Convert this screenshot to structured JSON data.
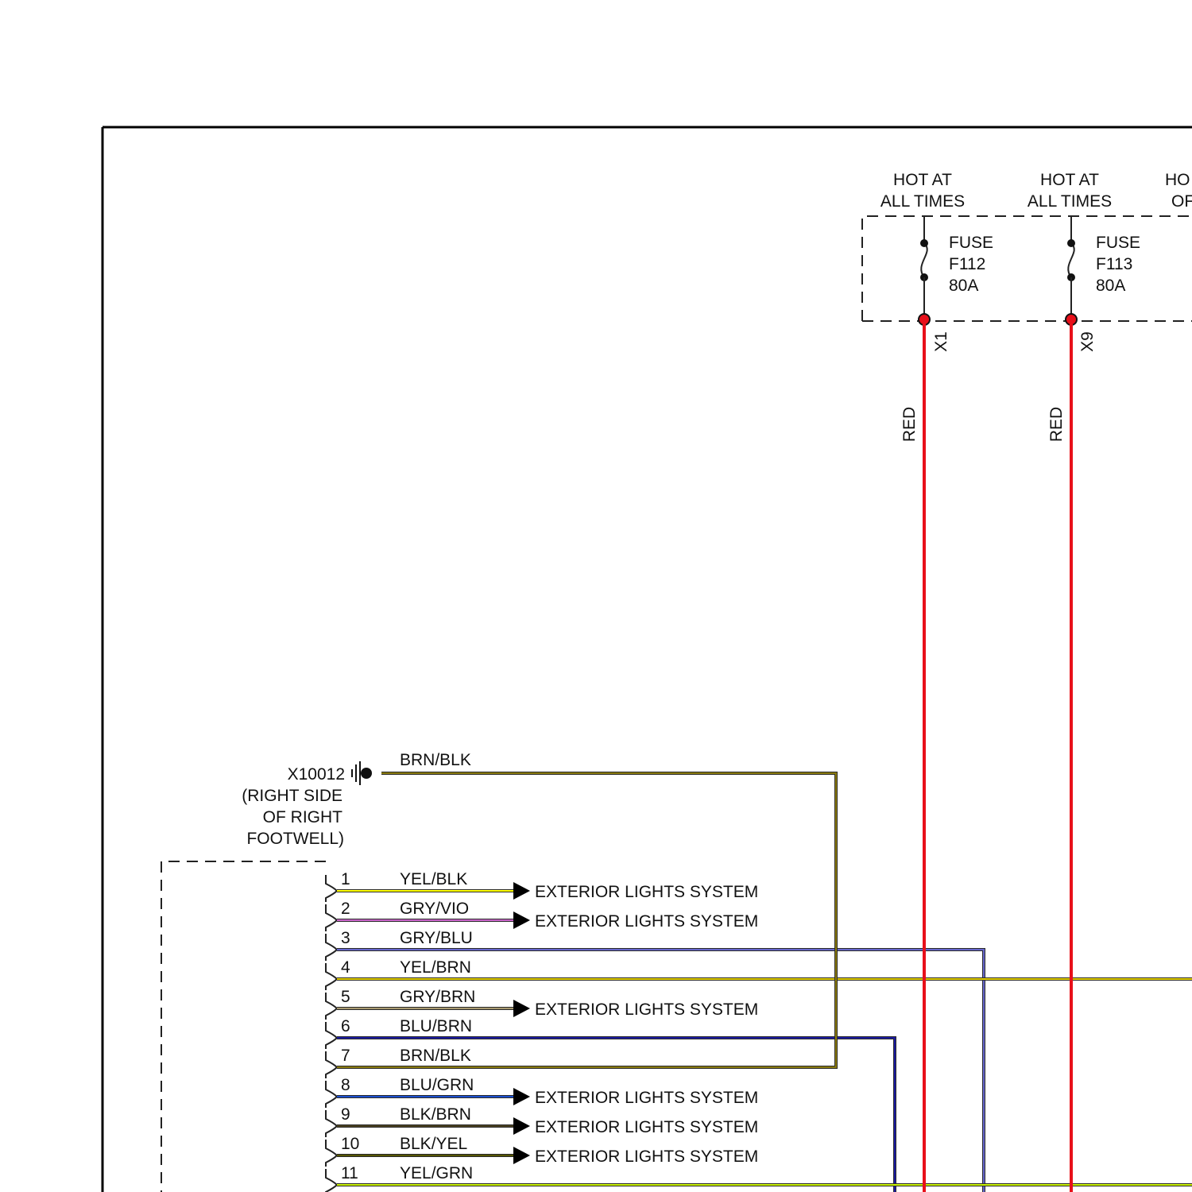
{
  "fuses": [
    {
      "hot_label_1": "HOT AT",
      "hot_label_2": "ALL TIMES",
      "label": "FUSE",
      "name": "F112",
      "rating": "80A",
      "terminal": "X1",
      "wire_color": "RED"
    },
    {
      "hot_label_1": "HOT AT",
      "hot_label_2": "ALL TIMES",
      "label": "FUSE",
      "name": "F113",
      "rating": "80A",
      "terminal": "X9",
      "wire_color": "RED"
    }
  ],
  "fuse_cut_label": {
    "line1": "HO",
    "line2": "OF"
  },
  "ground": {
    "id": "X10012",
    "location_1": "(RIGHT SIDE",
    "location_2": "OF RIGHT",
    "location_3": "FOOTWELL)",
    "wire": "BRN/BLK"
  },
  "connector_pins": [
    {
      "pin": "1",
      "wire": "YEL/BLK",
      "color": "#ffff00",
      "destination": "EXTERIOR LIGHTS SYSTEM"
    },
    {
      "pin": "2",
      "wire": "GRY/VIO",
      "color": "#cc66cc",
      "destination": "EXTERIOR LIGHTS SYSTEM"
    },
    {
      "pin": "3",
      "wire": "GRY/BLU",
      "color": "#6666cc",
      "destination": ""
    },
    {
      "pin": "4",
      "wire": "YEL/BRN",
      "color": "#e6d200",
      "destination": ""
    },
    {
      "pin": "5",
      "wire": "GRY/BRN",
      "color": "#a89a70",
      "destination": "EXTERIOR LIGHTS SYSTEM"
    },
    {
      "pin": "6",
      "wire": "BLU/BRN",
      "color": "#1a1aa0",
      "destination": ""
    },
    {
      "pin": "7",
      "wire": "BRN/BLK",
      "color": "#7a6a10",
      "destination": ""
    },
    {
      "pin": "8",
      "wire": "BLU/GRN",
      "color": "#1a4fd0",
      "destination": "EXTERIOR LIGHTS SYSTEM"
    },
    {
      "pin": "9",
      "wire": "BLK/BRN",
      "color": "#4a4020",
      "destination": "EXTERIOR LIGHTS SYSTEM"
    },
    {
      "pin": "10",
      "wire": "BLK/YEL",
      "color": "#555500",
      "destination": "EXTERIOR LIGHTS SYSTEM"
    },
    {
      "pin": "11",
      "wire": "YEL/GRN",
      "color": "#c8f000",
      "destination": ""
    }
  ],
  "colors": {
    "red_wire": "#e8101a",
    "ground_wire": "#8a7a10",
    "border": "#000000"
  }
}
